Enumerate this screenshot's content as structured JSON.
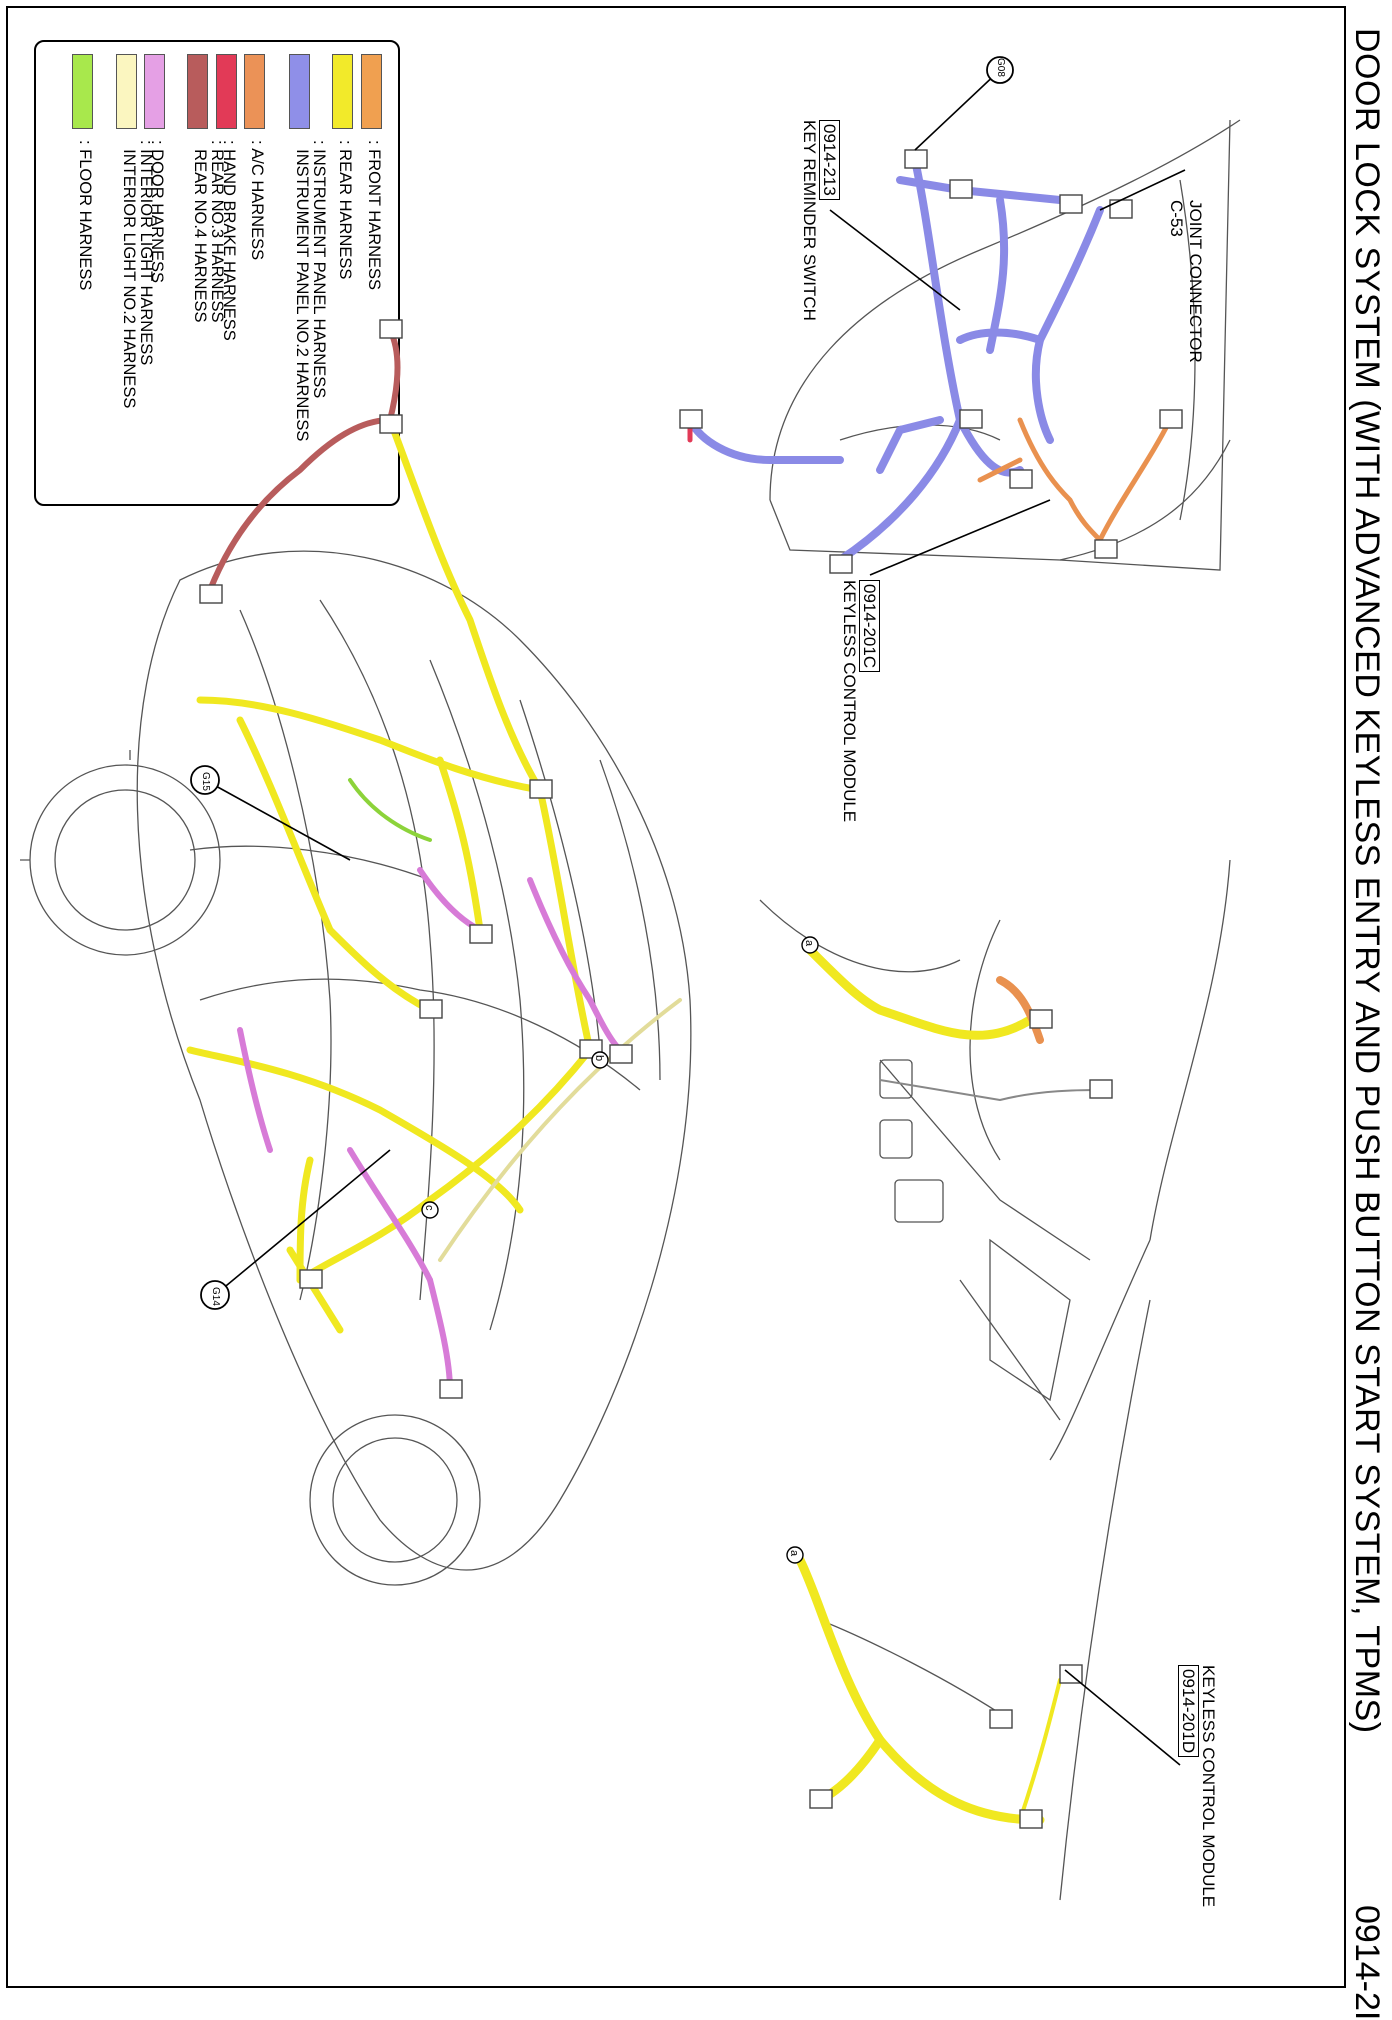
{
  "title": "DOOR LOCK SYSTEM (WITH ADVANCED KEYLESS ENTRY AND PUSH BUTTON START SYSTEM, TPMS)",
  "page_number": "0914-2I",
  "legend": [
    {
      "label": ": FRONT HARNESS",
      "color": "#f0a050"
    },
    {
      "label": ": REAR HARNESS",
      "color": "#f2ea2a"
    },
    {
      "label": ": INSTRUMENT PANEL HARNESS\n  INSTRUMENT PANEL NO.2 HARNESS",
      "color": "#8f8fe8"
    },
    {
      "label": ": A/C HARNESS",
      "color": "#eb9257"
    },
    {
      "label": ": HAND BRAKE HARNESS",
      "color": "#e23a57"
    },
    {
      "label": ": REAR NO.3 HARNESS\n  REAR NO.4 HARNESS",
      "color": "#b85c5c"
    },
    {
      "label": ": DOOR HARNESS",
      "color": "#e5a0e5"
    },
    {
      "label": ": INTERIOR LIGHT HARNESS\n  INTERIOR LIGHT NO.2 HARNESS",
      "color": "#fbf6c0"
    },
    {
      "label": ": FLOOR HARNESS",
      "color": "#a8e84c"
    }
  ],
  "callouts": {
    "joint_connector": "JOINT CONNECTOR\nC-53",
    "g08": "G08",
    "key_reminder_code": "0914-213",
    "key_reminder_label": "KEY REMINDER SWITCH",
    "keyless_c_code": "0914-201C",
    "keyless_c_label": "KEYLESS CONTROL MODULE",
    "keyless_d_label": "KEYLESS CONTROL MODULE",
    "keyless_d_code": "0914-201D",
    "g15": "G15",
    "g14": "G14",
    "marker_a1": "a",
    "marker_a2": "a",
    "marker_b": "b",
    "marker_c": "c"
  }
}
